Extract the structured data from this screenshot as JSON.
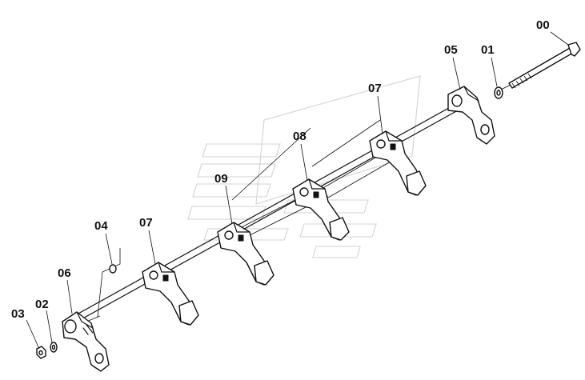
{
  "labels": {
    "bolt": "00",
    "washer_01": "01",
    "washer_02": "02",
    "nut": "03",
    "ring": "04",
    "bracket_05": "05",
    "bracket_06": "06",
    "rocker_upper": "07",
    "rocker_lower": "07",
    "rocker_08": "08",
    "rocker_09": "09"
  },
  "colors": {
    "ink": "#111111",
    "watermark": "#d9d9d9",
    "background": "#ffffff"
  }
}
